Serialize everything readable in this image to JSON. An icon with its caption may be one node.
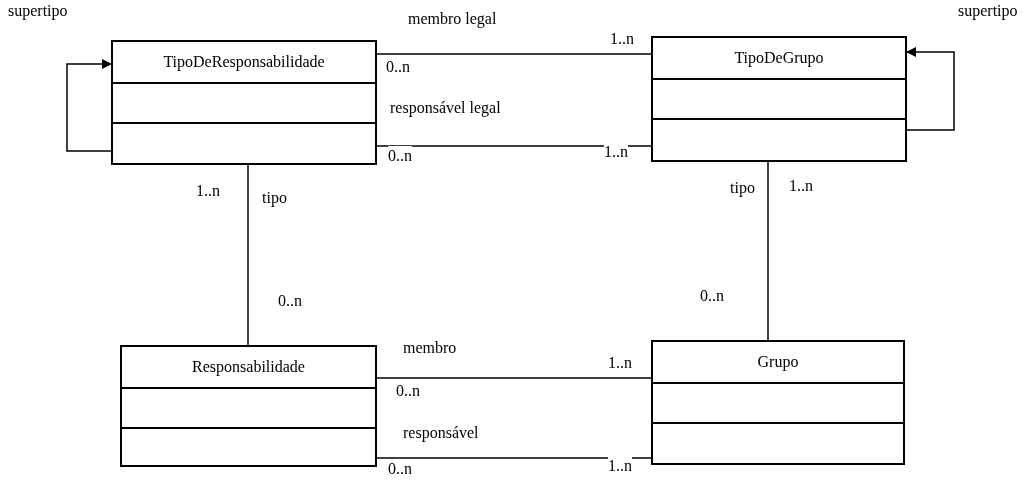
{
  "diagram": {
    "nodes": [
      {
        "text": [
          "TipoDeResponsabilidade"
        ]
      },
      {
        "text": [
          "TipoDeGrupo"
        ]
      },
      {
        "text": [
          "Responsabilidade"
        ]
      },
      {
        "text": [
          "Grupo"
        ]
      }
    ],
    "edges": [
      {
        "from": 0,
        "to": 0,
        "arrow": "to",
        "label": "supertipo"
      },
      {
        "from": 1,
        "to": 1,
        "arrow": "to",
        "label": "supertipo"
      },
      {
        "from": 0,
        "to": 1,
        "arrow": "none",
        "label": "membro legal"
      },
      {
        "from": 0,
        "to": 1,
        "arrow": "none",
        "label": "responsável legal"
      },
      {
        "from": 0,
        "to": 2,
        "arrow": "none",
        "label": "tipo"
      },
      {
        "from": 1,
        "to": 3,
        "arrow": "none",
        "label": "tipo"
      },
      {
        "from": 2,
        "to": 3,
        "arrow": "none",
        "label": "membro"
      },
      {
        "from": 2,
        "to": 3,
        "arrow": "none",
        "label": "responsável"
      }
    ],
    "labels": [
      "1..n",
      "0..n",
      "1..n",
      "0..n",
      "1..n",
      "1..n",
      "0..n",
      "0..n",
      "1..n",
      "0..n",
      "0..n",
      "1..n"
    ]
  }
}
